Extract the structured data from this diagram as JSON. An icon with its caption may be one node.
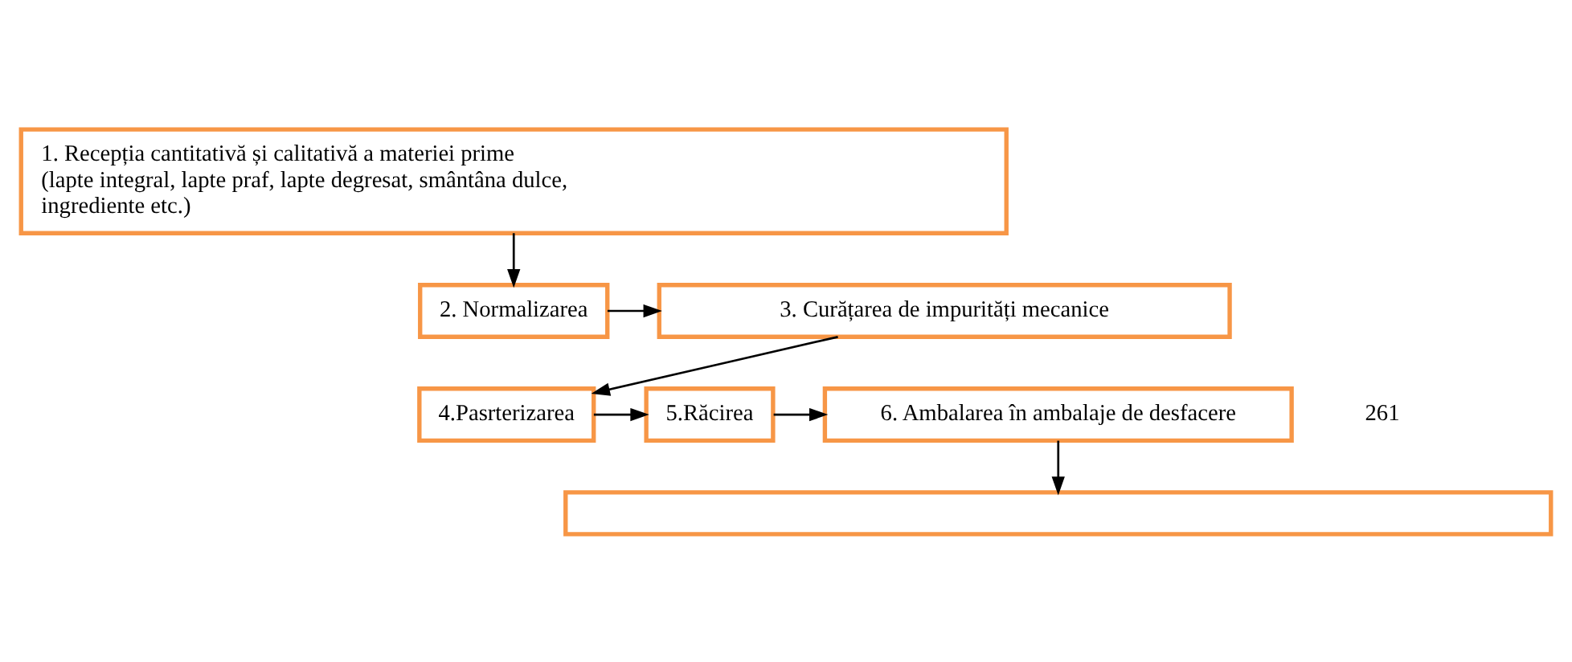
{
  "diagram": {
    "nodes": [
      {
        "text": [
          "1. Recepția cantitativă și calitativă a materiei prime (lapte integral, lapte praf, lapte degresat, smântâna dulce, ingrediente etc.)"
        ]
      },
      {
        "text": [
          "2. Normalizarea"
        ]
      },
      {
        "text": [
          "3. Curățarea de impurități mecanice"
        ]
      },
      {
        "text": [
          "4.Pasrterizarea"
        ]
      },
      {
        "text": [
          "5.Răcirea"
        ]
      },
      {
        "text": [
          "6. Ambalarea în ambalaje de desfacere"
        ]
      },
      {
        "text": [],
        "shape": "box"
      }
    ],
    "edges": [
      {
        "from": 0,
        "to": 1,
        "arrow": "to"
      },
      {
        "from": 1,
        "to": 2,
        "arrow": "to"
      },
      {
        "from": 2,
        "to": 3,
        "arrow": "to"
      },
      {
        "from": 3,
        "to": 4,
        "arrow": "to"
      },
      {
        "from": 4,
        "to": 5,
        "arrow": "to"
      },
      {
        "from": 5,
        "to": 6,
        "arrow": "to"
      }
    ],
    "labels": [
      "261"
    ]
  }
}
